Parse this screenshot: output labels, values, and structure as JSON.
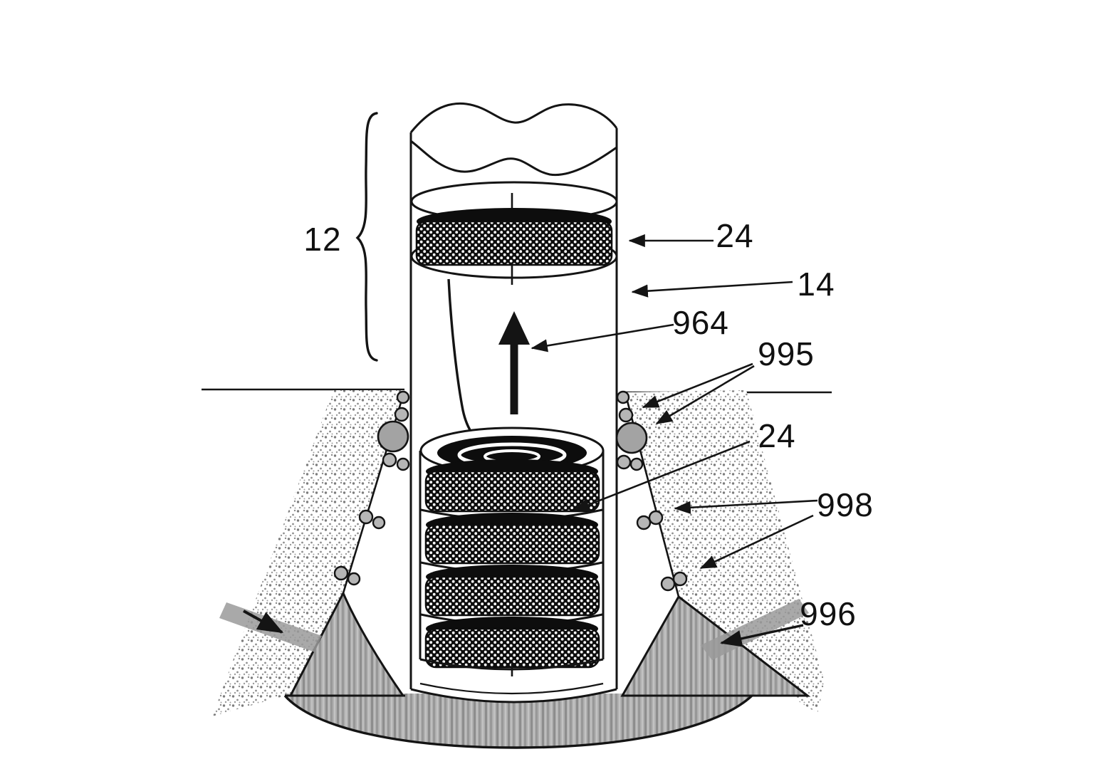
{
  "figure": {
    "kind": "patent-line-drawing",
    "background_color": "#ffffff",
    "ink_color": "#141414",
    "gray_fill_color": "#ababab",
    "bubble_gray_color": "#a8a8a8",
    "labels": [
      {
        "id": "ref-12",
        "text": "12"
      },
      {
        "id": "ref-24-top",
        "text": "24"
      },
      {
        "id": "ref-14",
        "text": "14"
      },
      {
        "id": "ref-964",
        "text": "964"
      },
      {
        "id": "ref-995",
        "text": "995"
      },
      {
        "id": "ref-24-mid",
        "text": "24"
      },
      {
        "id": "ref-998",
        "text": "998"
      },
      {
        "id": "ref-996",
        "text": "996"
      }
    ]
  }
}
